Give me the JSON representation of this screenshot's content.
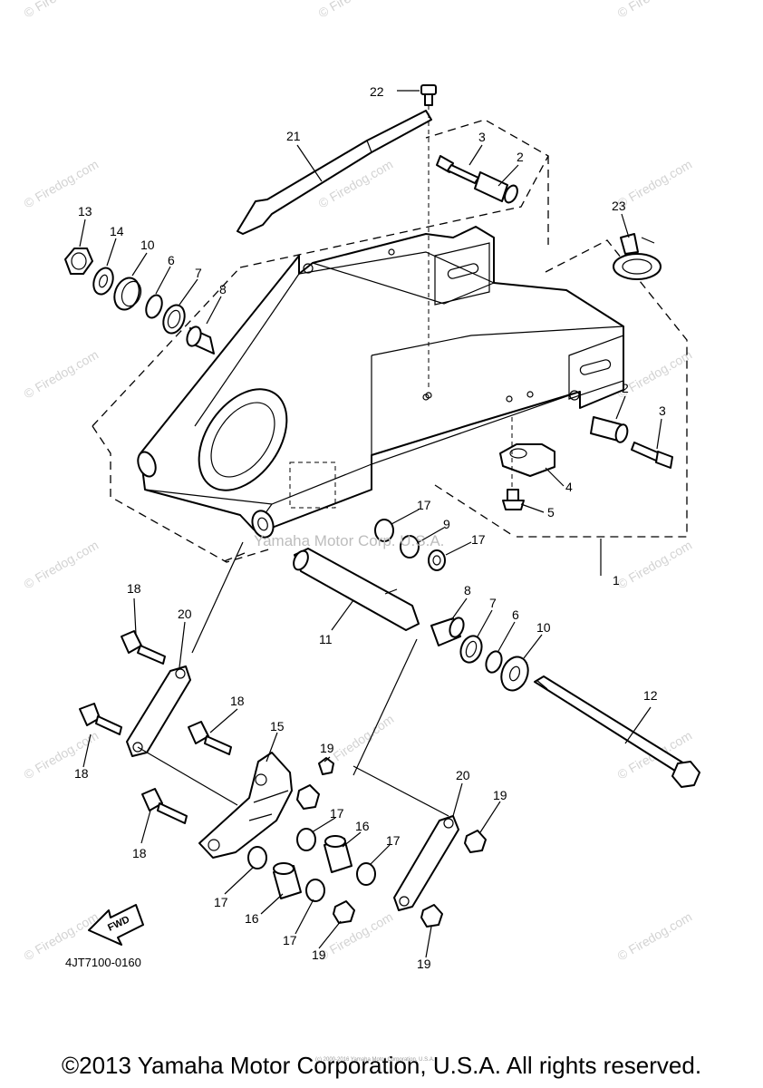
{
  "diagram": {
    "part_number": "4JT7100-0160",
    "fwd_label": "FWD",
    "center_watermark": "Yamaha Motor Corp. U.S.A.",
    "watermark_text": "© Firedog.com",
    "watermark_text_plain": "Firedog.com",
    "tiny_notice": "(c) 2000-2016 Yamaha Motor Corporation, U.S.A.",
    "callouts": {
      "c1": "1",
      "c2a": "2",
      "c2b": "2",
      "c3a": "3",
      "c3b": "3",
      "c4": "4",
      "c5": "5",
      "c6a": "6",
      "c6b": "6",
      "c7a": "7",
      "c7b": "7",
      "c8a": "8",
      "c8b": "8",
      "c9": "9",
      "c10a": "10",
      "c10b": "10",
      "c11": "11",
      "c12": "12",
      "c13": "13",
      "c14": "14",
      "c15": "15",
      "c16a": "16",
      "c16b": "16",
      "c17a": "17",
      "c17b": "17",
      "c17c": "17",
      "c17d": "17",
      "c17e": "17",
      "c17f": "17",
      "c18a": "18",
      "c18b": "18",
      "c18c": "18",
      "c18d": "18",
      "c19a": "19",
      "c19b": "19",
      "c19c": "19",
      "c19d": "19",
      "c20a": "20",
      "c20b": "20",
      "c21": "21",
      "c22": "22",
      "c23": "23"
    }
  },
  "footer": {
    "copyright": "©2013 Yamaha Motor Corporation, U.S.A. All rights reserved."
  }
}
